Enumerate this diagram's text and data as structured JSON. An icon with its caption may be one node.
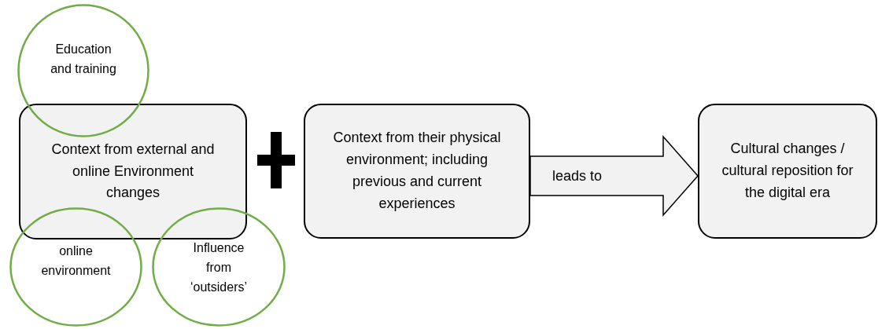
{
  "diagram": {
    "nodes": [
      {
        "text": [
          "Education and training"
        ]
      },
      {
        "text": [
          "Context from external and online Environment changes"
        ]
      },
      {
        "text": [
          "online environment"
        ]
      },
      {
        "text": [
          "Influence from ‘outsiders’"
        ]
      },
      {
        "text": [
          "Context from their physical environment; including previous and current experiences"
        ]
      },
      {
        "text": [
          "Cultural changes / cultural reposition for the digital era"
        ]
      }
    ],
    "edges": [
      {
        "from": 4,
        "to": 5,
        "arrow": "to",
        "label": "leads to",
        "style": "thick"
      }
    ]
  }
}
